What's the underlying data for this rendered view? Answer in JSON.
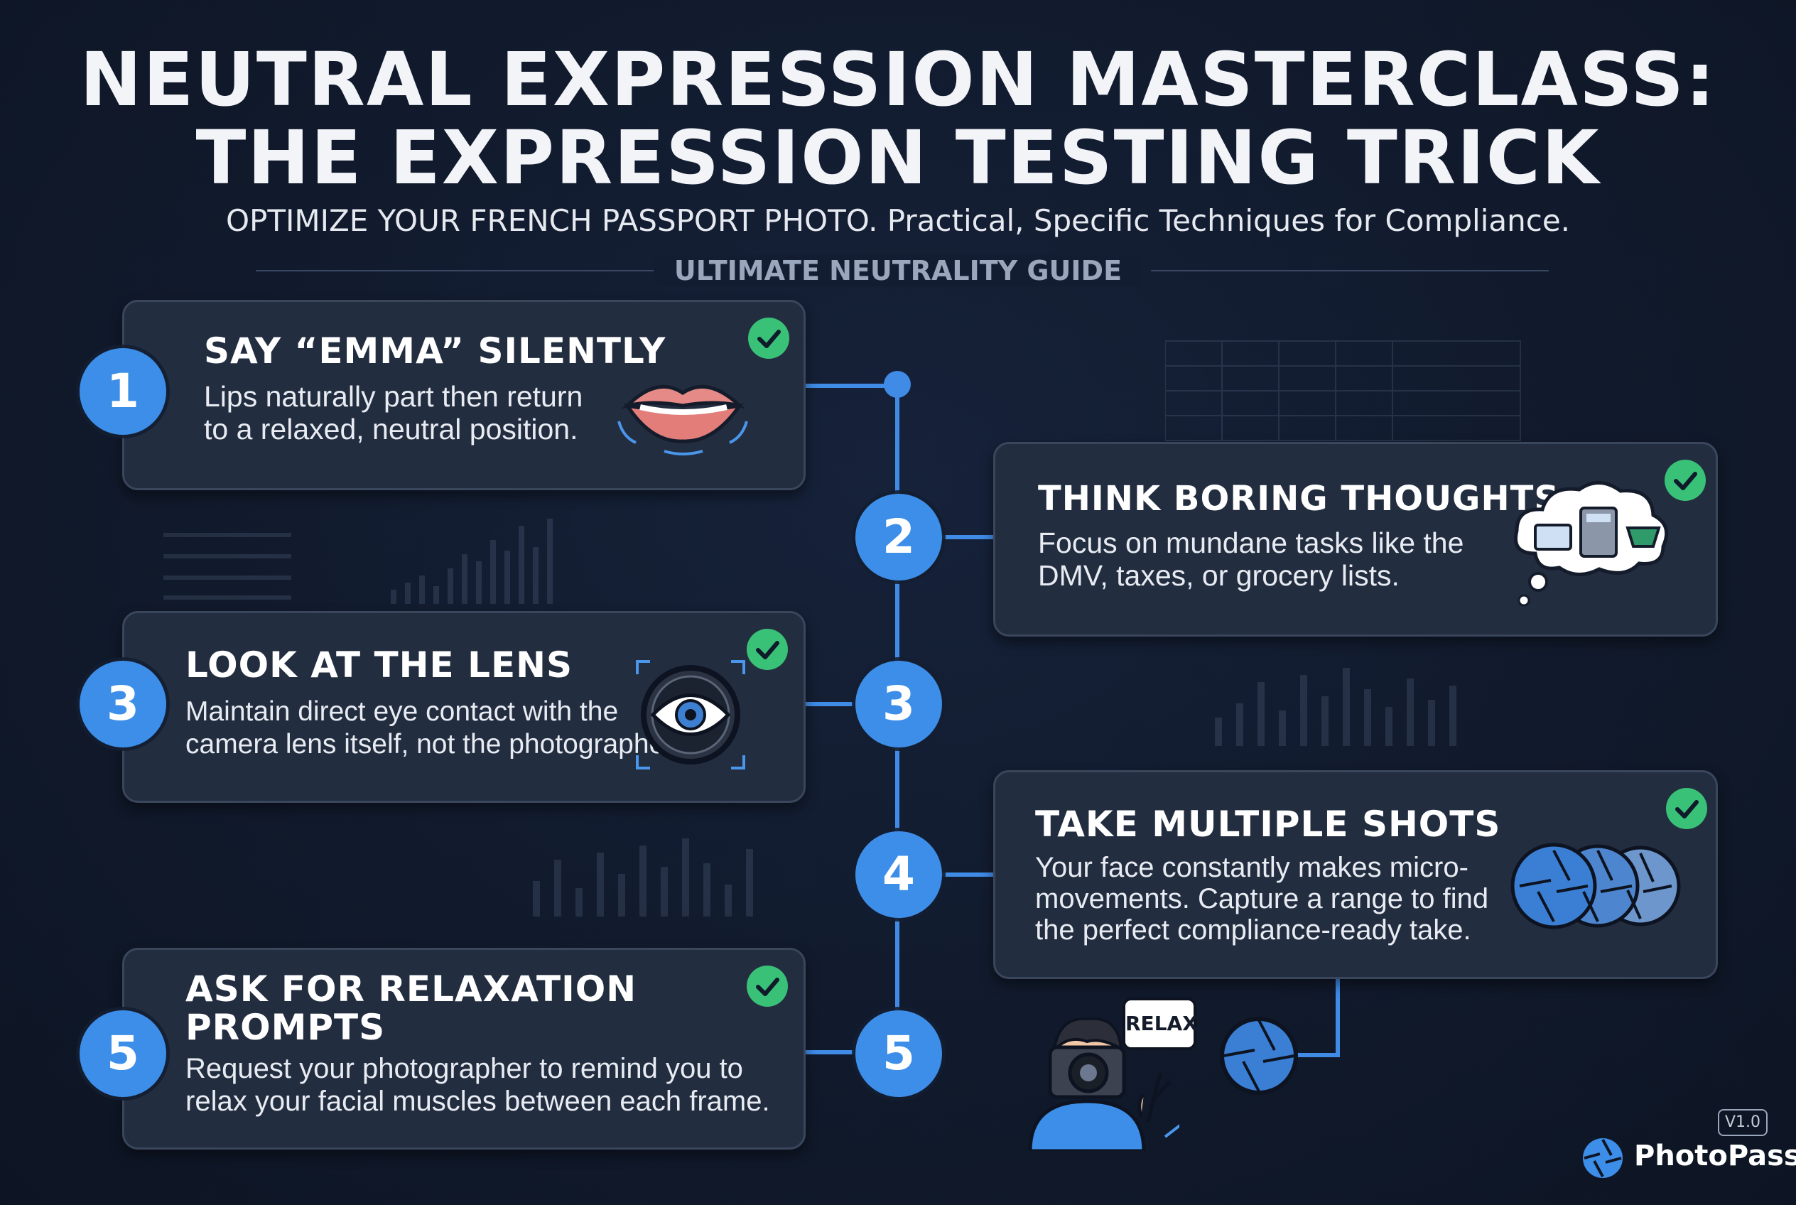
{
  "header": {
    "title_line1": "NEUTRAL EXPRESSION MASTERCLASS:",
    "title_line2": "THE EXPRESSION TESTING TRICK",
    "subtitle": "OPTIMIZE YOUR FRENCH PASSPORT PHOTO. Practical, Specific Techniques for Compliance.",
    "guide_label": "ULTIMATE NEUTRALITY GUIDE"
  },
  "steps": [
    {
      "badge": "1",
      "title": "SAY “EMMA” SILENTLY",
      "body": [
        "Lips naturally part then return",
        "to a relaxed, neutral position."
      ],
      "icon": "lips-icon"
    },
    {
      "badge": "2",
      "title": "THINK BORING THOUGHTS",
      "body": [
        "Focus on mundane tasks like the",
        "DMV, taxes, or grocery lists."
      ],
      "icon": "thought-cloud-icon"
    },
    {
      "badge": "3",
      "title": "LOOK AT THE LENS",
      "body": [
        "Maintain direct eye contact with the",
        "camera lens itself, not the photographer."
      ],
      "icon": "eye-lens-icon"
    },
    {
      "badge": "4",
      "title": "TAKE MULTIPLE SHOTS",
      "body": [
        "Your face constantly makes micro-",
        "movements. Capture a range to find",
        "the perfect compliance-ready take."
      ],
      "icon": "aperture-icon"
    },
    {
      "badge": "5",
      "title_lines": [
        "ASK FOR RELAXATION",
        "PROMPTS"
      ],
      "body": [
        "Request your photographer to remind you to",
        "relax your facial muscles between each frame."
      ],
      "icon": "photographer-icon"
    }
  ],
  "timeline_badges": [
    "2",
    "3",
    "4",
    "5"
  ],
  "illustration": {
    "speech_bubble": "RELAX"
  },
  "brand": {
    "name": "PhotoPass",
    "version": "V1.0"
  },
  "colors": {
    "background": "#111a2c",
    "card": "#232d40",
    "accent_blue": "#3d8ee8",
    "check_green": "#39c177"
  }
}
